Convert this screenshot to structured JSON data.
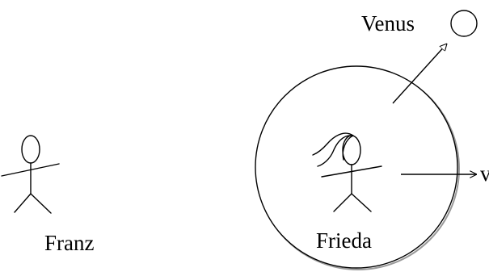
{
  "labels": {
    "left_figure": "Franz",
    "right_figure": "Frieda",
    "planet": "Venus",
    "velocity": "v"
  },
  "colors": {
    "stroke": "#000000",
    "background": "#ffffff"
  }
}
